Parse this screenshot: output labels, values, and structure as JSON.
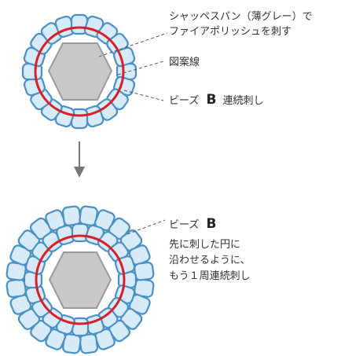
{
  "colors": {
    "bead_fill": "#d7eaf7",
    "bead_stroke": "#4a90c2",
    "center_fill": "#c8c8c8",
    "center_stroke": "#9a9a9a",
    "circle": "#d8202a",
    "arrow": "#777777"
  },
  "top": {
    "label_shape_line1": "シャッペスパン（薄グレー）で",
    "label_shape_line2": "ファイアポリッシュを刺す",
    "label_pattern": "図案線",
    "label_beads_prefix": "ビーズ",
    "label_beads_b": "B",
    "label_beads_suffix": "連続刺し"
  },
  "bottom": {
    "label_beads_prefix": "ビーズ",
    "label_beads_b": "B",
    "label_line1": "先に刺した円に",
    "label_line2": "沿わせるように、",
    "label_line3": "もう１周連続刺し"
  },
  "bead_rings": {
    "top_count": 20,
    "bottom_inner_count": 20,
    "bottom_outer_count": 24
  }
}
